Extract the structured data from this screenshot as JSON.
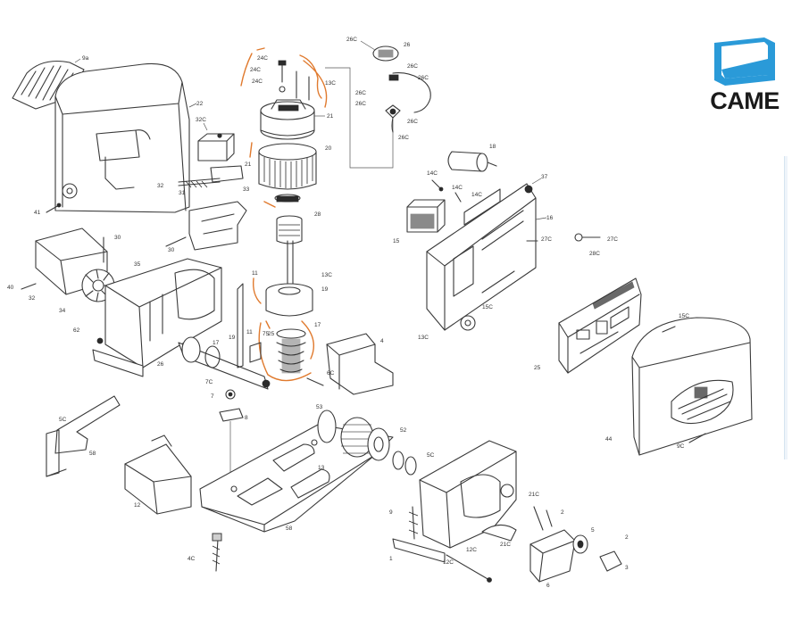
{
  "brand": {
    "logo_text": "CAME",
    "logo_color": "#2a9ad8"
  },
  "labels": {
    "cover_grille": "9a",
    "cover_main": "22",
    "screw_cover": "41",
    "bracket_screw": "32C",
    "bracket_bolt": "32",
    "bracket_nut": "31",
    "bracket_plate": "33",
    "bracket_base": "30",
    "motor_screw_a": "24C",
    "motor_screw_b": "24C",
    "motor_screw_c": "24C",
    "motor_head_screw": "13C",
    "motor_cap": "21",
    "stator": "21",
    "winding": "20",
    "bearing": "28",
    "shaft_nut": "13C",
    "rotor": "19",
    "gear_spring": "17",
    "worm": "25",
    "cap_part": "26",
    "cap_screw": "26C",
    "cable_a": "26C",
    "cable_b": "26C",
    "cable_c": "26C",
    "capacitor": "18",
    "board_screw_a": "14C",
    "board_screw_b": "14C",
    "board_screw_c": "14C",
    "board_frame": "16",
    "transformer": "15",
    "board_knob": "37",
    "board_bolt": "27C",
    "board_bolt_b": "28C",
    "board_foot": "13C",
    "board_foot_b": "15C",
    "control_board": "25",
    "front_cover_screw": "15C",
    "front_cover": "44",
    "front_cover_screw_b": "9C",
    "fan_housing": "30",
    "fan_screw": "40",
    "fan_wheel": "32",
    "fan_cap": "34",
    "gearbox": "35",
    "gear_foot": "62",
    "shaft": "26",
    "lever_a": "17",
    "lever_b": "19",
    "lever_c": "11",
    "spring_plate": "75",
    "bracket_right": "4",
    "pin": "6C",
    "bolt_small": "7C",
    "nut_small": "7",
    "plate_small": "8",
    "rack_bracket": "5C",
    "rack_plate": "58",
    "cover_block": "12",
    "base_plate": "58",
    "base_bolt": "4C",
    "pinion": "53",
    "pinion_ring": "52",
    "bush": "13",
    "housing_low": "5C",
    "housing_screw": "9",
    "housing_body": "1",
    "housing_bolt": "12C",
    "release_screw": "21C",
    "release_knob": "2",
    "release_key": "3",
    "release_cover": "6",
    "key_part": "5"
  }
}
